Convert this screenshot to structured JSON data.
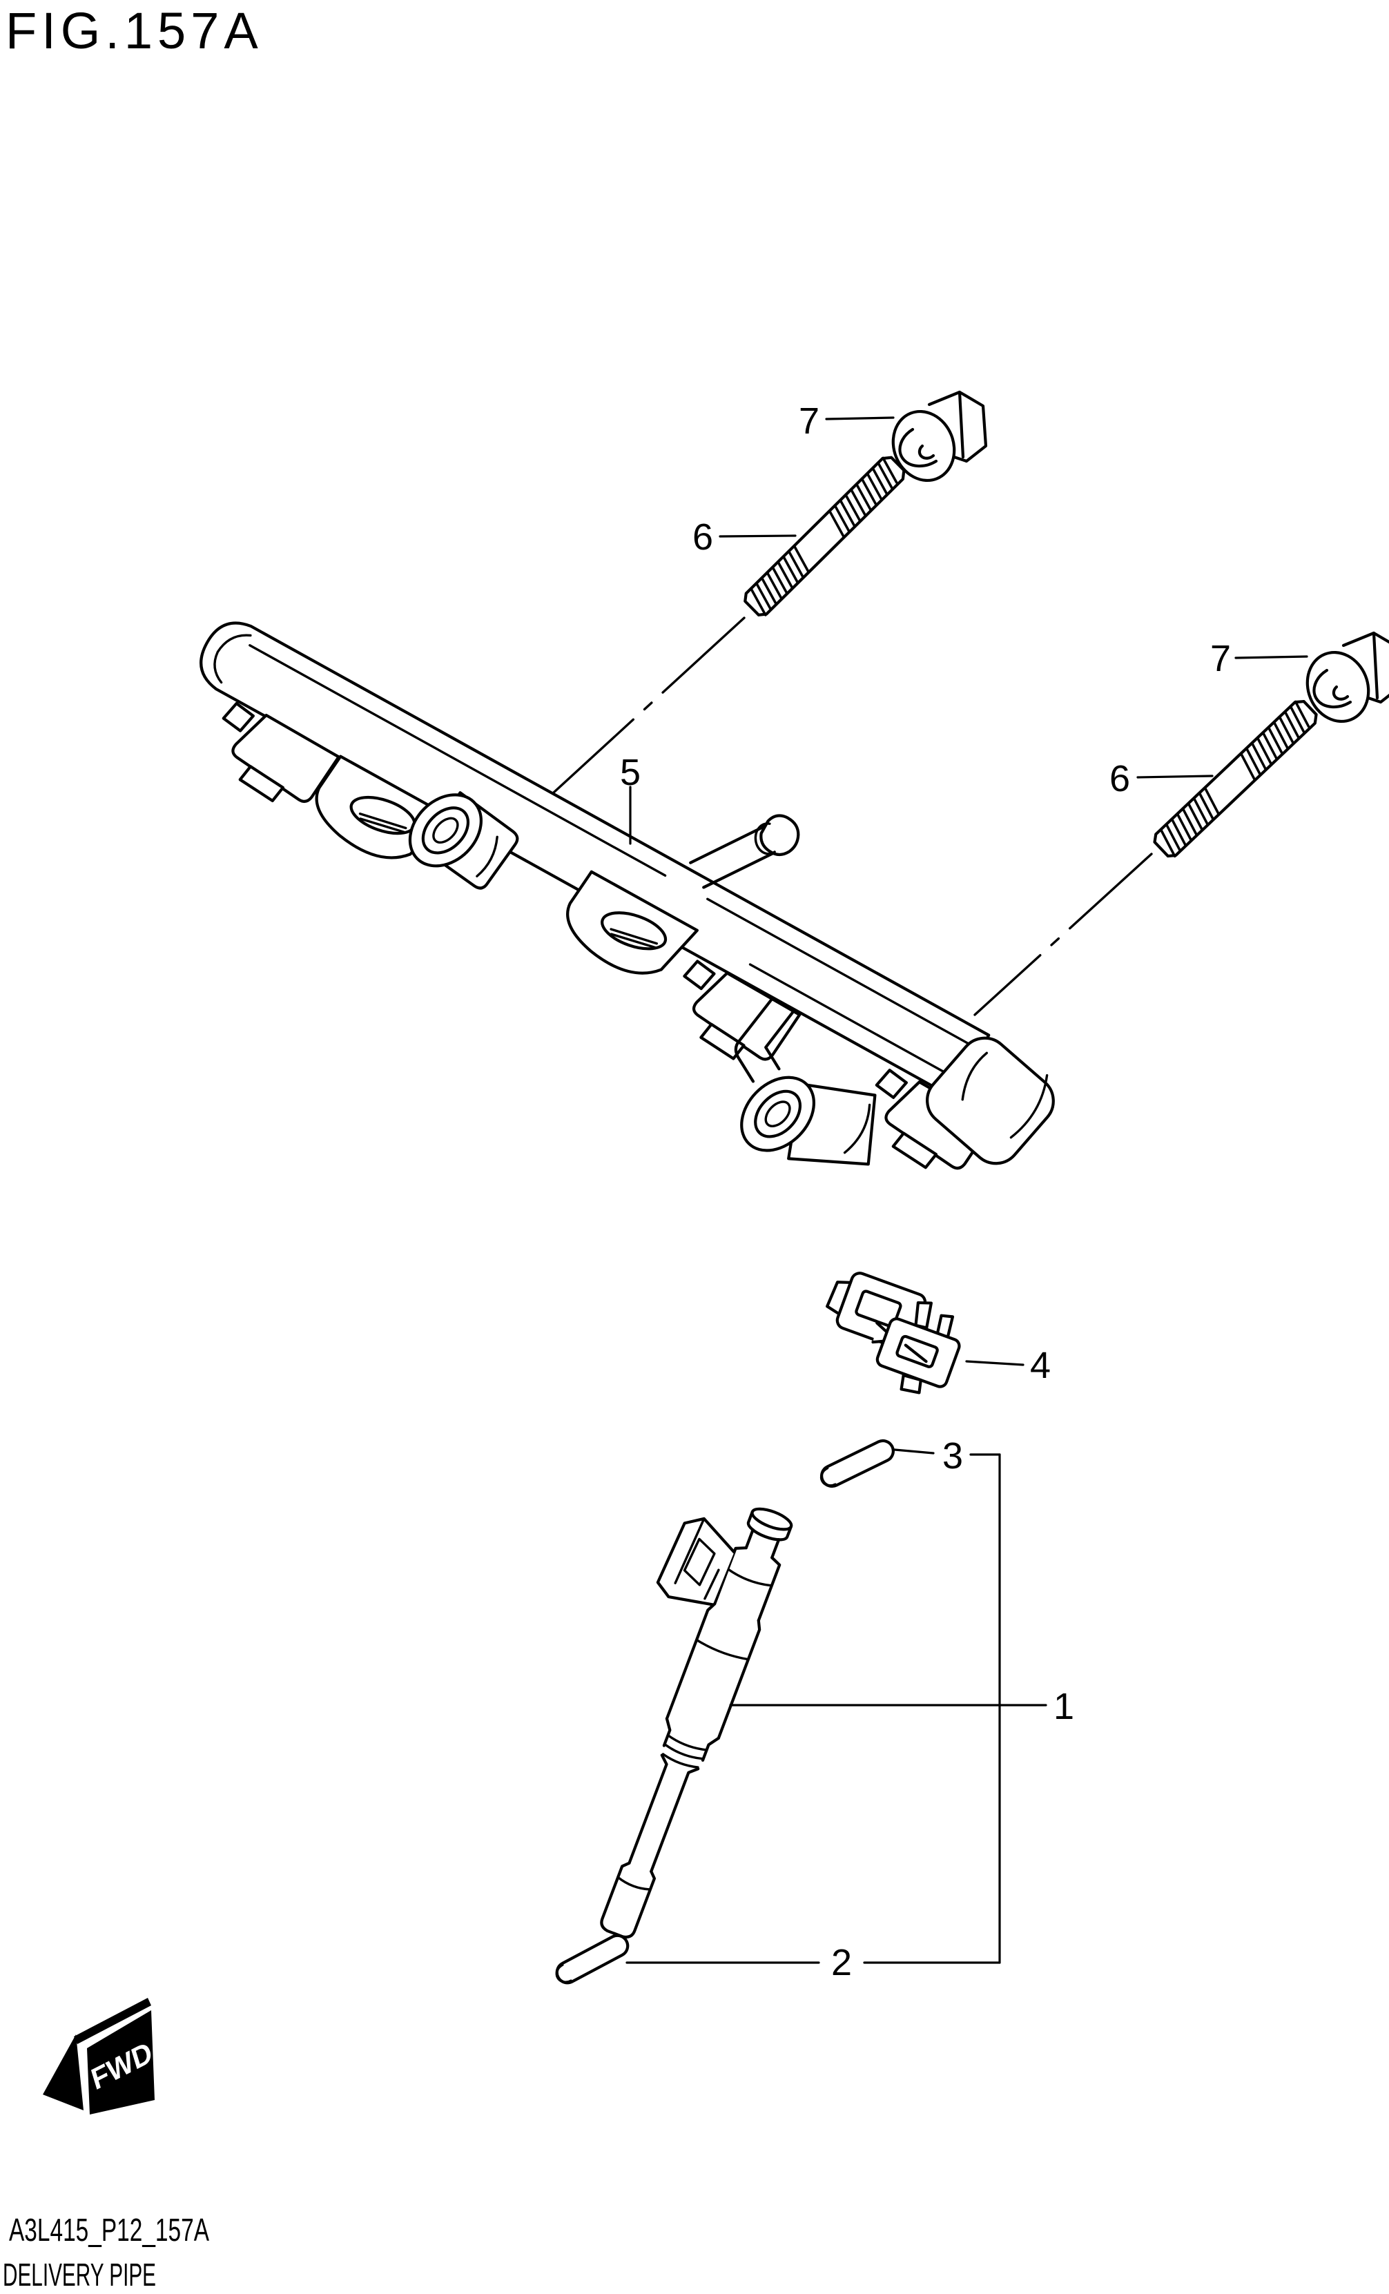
{
  "colors": {
    "background": "#ffffff",
    "line": "#000000"
  },
  "header": {
    "figure_label": "FIG.157A"
  },
  "callouts": {
    "injector": {
      "label": "1"
    },
    "cushion_lower": {
      "label": "2"
    },
    "cushion_upper": {
      "label": "3"
    },
    "clamp": {
      "label": "4"
    },
    "delivery_pipe": {
      "label": "5"
    },
    "bolt_front": {
      "label": "6"
    },
    "nut_front": {
      "label": "7"
    },
    "bolt_rear": {
      "label": "6"
    },
    "nut_rear": {
      "label": "7"
    }
  },
  "direction_indicator": {
    "label": "FWD"
  },
  "footer": {
    "sheet_code": "A3L415_P12_157A",
    "sheet_title": "DELIVERY PIPE"
  }
}
